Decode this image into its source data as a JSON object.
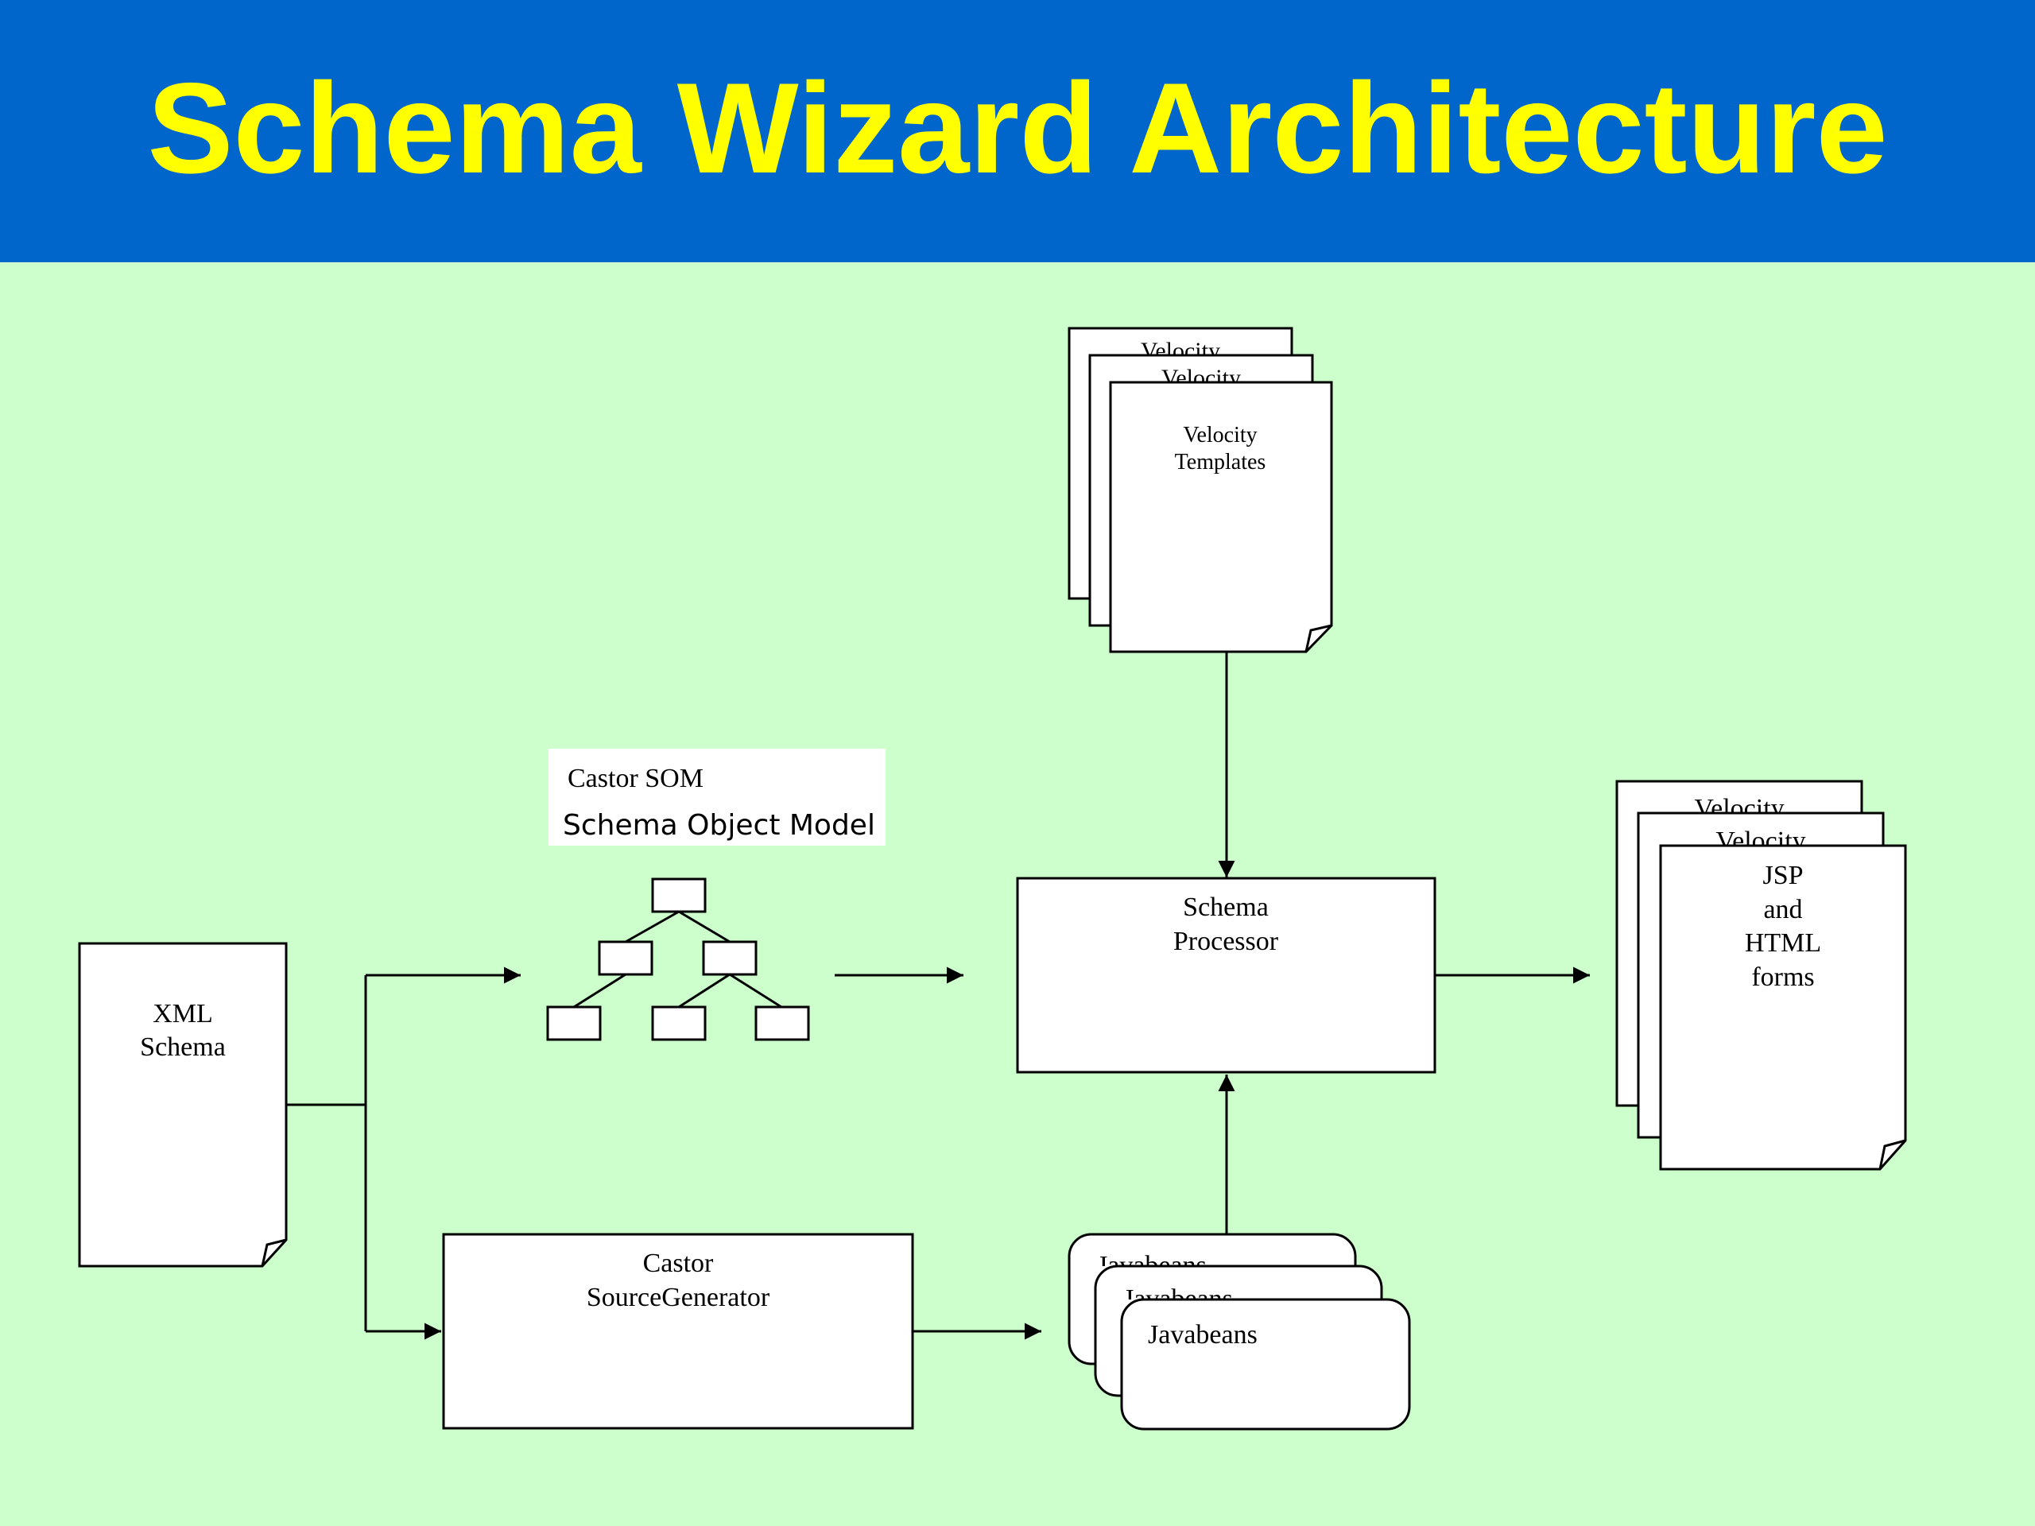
{
  "title": "Schema Wizard Architecture",
  "colors": {
    "title_background": "#0066cc",
    "title_text": "#ffff00",
    "slide_background": "#ccffcc",
    "box_fill": "#ffffff",
    "line": "#000000"
  },
  "xml_schema": {
    "line1": "XML",
    "line2": "Schema"
  },
  "castor_som": {
    "label": "Castor SOM",
    "sublabel": "Schema Object Model"
  },
  "velocity_templates": {
    "back_label": "Velocity",
    "line1": "Velocity",
    "line2": "Templates"
  },
  "schema_processor": {
    "line1": "Schema",
    "line2": "Processor"
  },
  "output_forms": {
    "back_label": "Velocity",
    "line1": "JSP",
    "line2": "and",
    "line3": "HTML",
    "line4": "forms"
  },
  "source_generator": {
    "line1": "Castor",
    "line2": "SourceGenerator"
  },
  "javabeans": {
    "back_label": "Javabeans",
    "label": "Javabeans"
  }
}
